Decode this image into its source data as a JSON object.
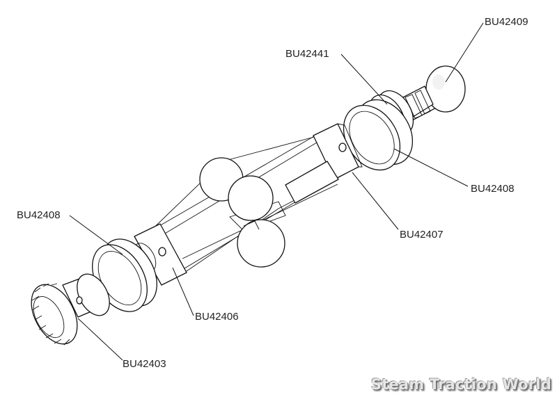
{
  "diagram": {
    "labels": {
      "ball_top": "BU42409",
      "nut": "BU42441",
      "ring_right": "BU42408",
      "cage_right": "BU42407",
      "ring_left": "BU42408",
      "cage_left": "BU42406",
      "bevel_gear": "BU42403"
    },
    "watermark": "Steam Traction World"
  }
}
